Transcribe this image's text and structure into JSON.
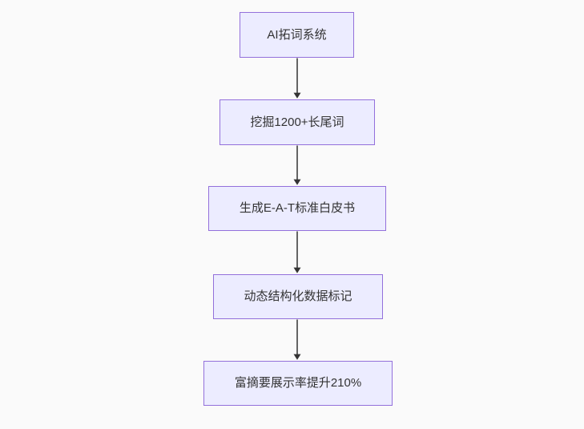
{
  "diagram": {
    "type": "flowchart",
    "direction": "top-down",
    "nodes": [
      {
        "id": "A",
        "label": "AI拓词系统"
      },
      {
        "id": "B",
        "label": "挖掘1200+长尾词"
      },
      {
        "id": "C",
        "label": "生成E-A-T标准白皮书"
      },
      {
        "id": "D",
        "label": "动态结构化数据标记"
      },
      {
        "id": "E",
        "label": "富摘要展示率提升210%"
      }
    ],
    "edges": [
      {
        "from": "A",
        "to": "B"
      },
      {
        "from": "B",
        "to": "C"
      },
      {
        "from": "C",
        "to": "D"
      },
      {
        "from": "D",
        "to": "E"
      }
    ]
  },
  "colors": {
    "background": "#fafafa",
    "node_fill": "#ececff",
    "node_border": "#9370db",
    "node_text": "#333333",
    "arrow": "#333333"
  }
}
